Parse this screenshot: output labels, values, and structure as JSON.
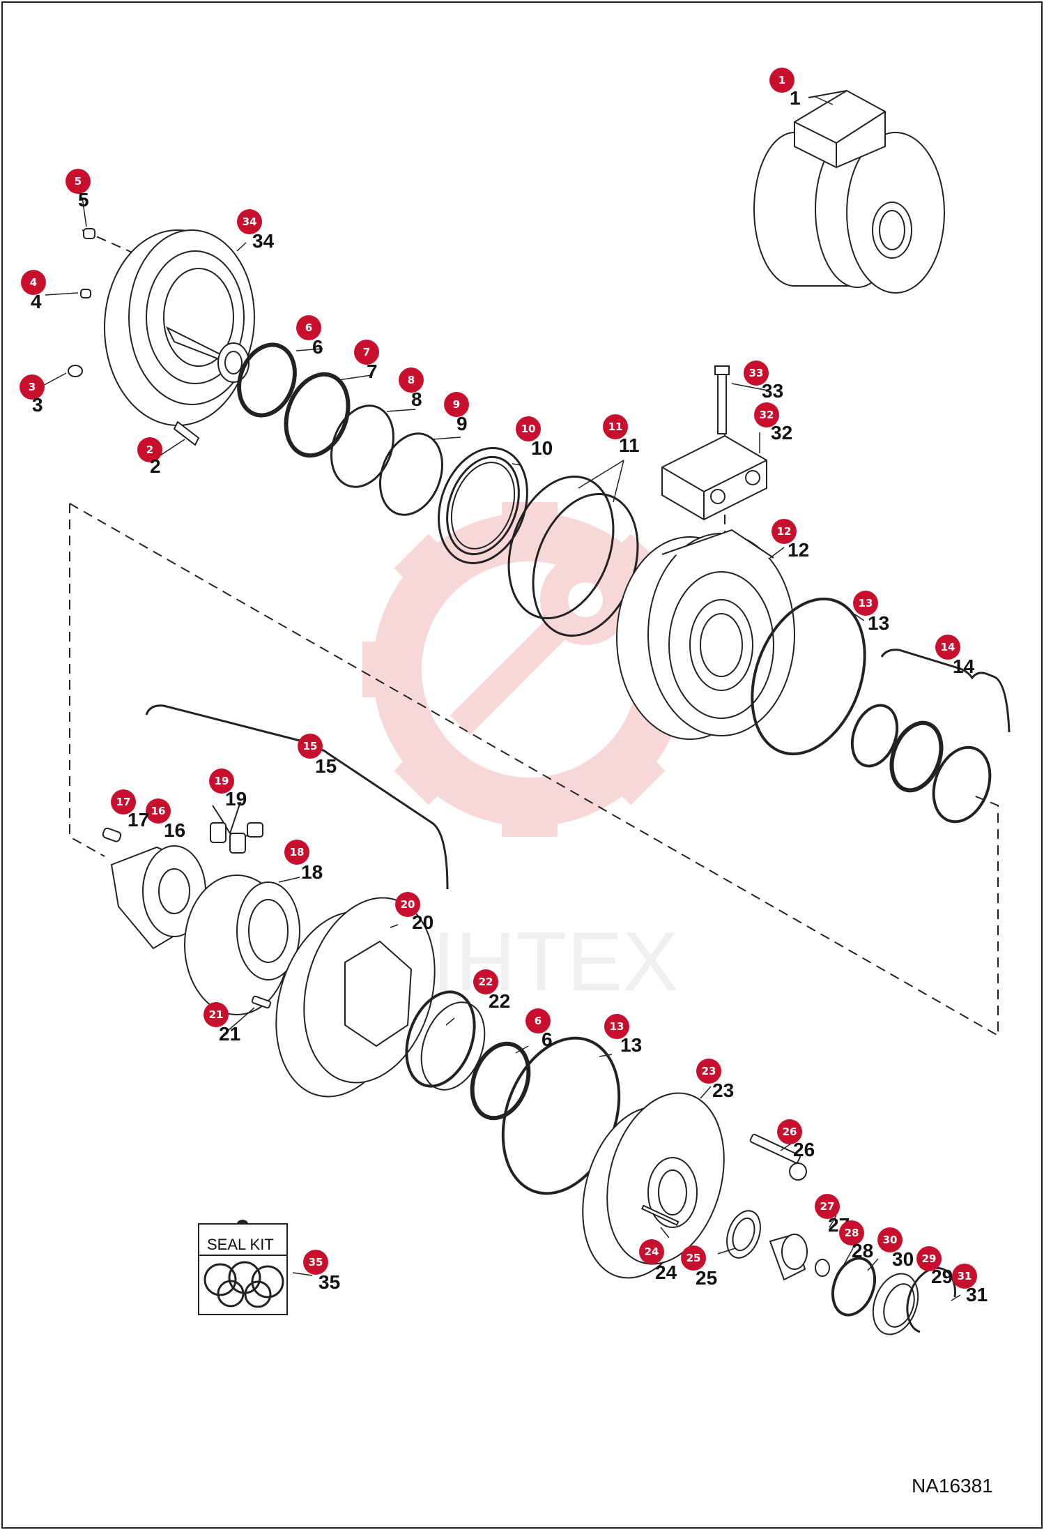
{
  "figure": {
    "reference_code": "NA16381",
    "seal_kit_label": "SEAL KIT",
    "watermark_text": "VIHTEX",
    "callout_color": "#c8102e",
    "watermark_color": "#f2b8b8"
  },
  "parts": [
    {
      "id": "p1",
      "num": "1"
    },
    {
      "id": "p2",
      "num": "2"
    },
    {
      "id": "p3",
      "num": "3"
    },
    {
      "id": "p4",
      "num": "4"
    },
    {
      "id": "p5",
      "num": "5"
    },
    {
      "id": "p6a",
      "num": "6"
    },
    {
      "id": "p7",
      "num": "7"
    },
    {
      "id": "p8",
      "num": "8"
    },
    {
      "id": "p9",
      "num": "9"
    },
    {
      "id": "p10",
      "num": "10"
    },
    {
      "id": "p11",
      "num": "11"
    },
    {
      "id": "p12",
      "num": "12"
    },
    {
      "id": "p13a",
      "num": "13"
    },
    {
      "id": "p14",
      "num": "14"
    },
    {
      "id": "p15",
      "num": "15"
    },
    {
      "id": "p16",
      "num": "16"
    },
    {
      "id": "p17",
      "num": "17"
    },
    {
      "id": "p18",
      "num": "18"
    },
    {
      "id": "p19",
      "num": "19"
    },
    {
      "id": "p20",
      "num": "20"
    },
    {
      "id": "p21",
      "num": "21"
    },
    {
      "id": "p22",
      "num": "22"
    },
    {
      "id": "p6b",
      "num": "6"
    },
    {
      "id": "p13b",
      "num": "13"
    },
    {
      "id": "p23",
      "num": "23"
    },
    {
      "id": "p24",
      "num": "24"
    },
    {
      "id": "p25",
      "num": "25"
    },
    {
      "id": "p26",
      "num": "26"
    },
    {
      "id": "p27",
      "num": "27"
    },
    {
      "id": "p28",
      "num": "28"
    },
    {
      "id": "p29",
      "num": "29"
    },
    {
      "id": "p30",
      "num": "30"
    },
    {
      "id": "p31",
      "num": "31"
    },
    {
      "id": "p32",
      "num": "32"
    },
    {
      "id": "p33",
      "num": "33"
    },
    {
      "id": "p34",
      "num": "34"
    },
    {
      "id": "p35",
      "num": "35"
    }
  ]
}
